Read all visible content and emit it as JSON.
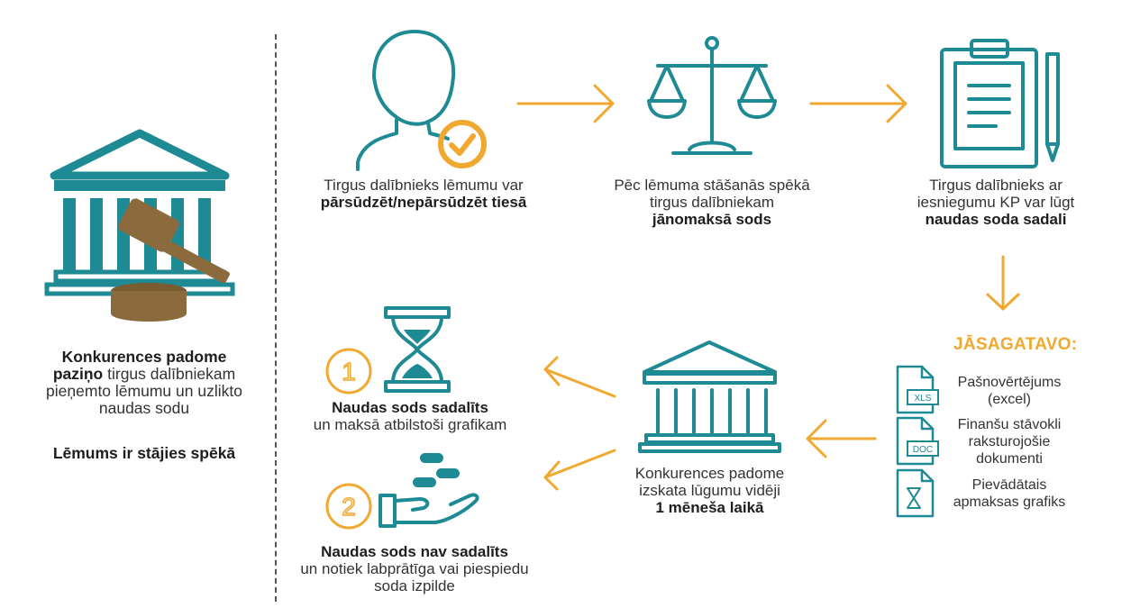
{
  "left": {
    "announce_bold": "Konkurences padome paziņo",
    "announce_rest": "tirgus dalībniekam pieņemto lēmumu un uzlikto naudas sodu",
    "decision_label": "Lēmums ir stājies spēkā"
  },
  "steps": {
    "appeal": {
      "text": "Tirgus dalībnieks lēmumu var",
      "bold": "pārsūdzēt/nepārsūdzēt tiesā"
    },
    "pay": {
      "text": "Pēc lēmuma stāšanās spēkā tirgus dalībniekam",
      "bold": "jānomaksā sods"
    },
    "request": {
      "text": "Tirgus dalībnieks ar iesniegumu KP var lūgt",
      "bold": "naudas soda sadali"
    },
    "review": {
      "text": "Konkurences padome izskata lūgumu vidēji",
      "bold": "1 mēneša laikā"
    }
  },
  "prepare": {
    "title": "JĀSAGATAVO:",
    "items": [
      {
        "icon_label": "XLS",
        "text": "Pašnovērtējums (excel)"
      },
      {
        "icon_label": "DOC",
        "text": "Finanšu stāvokli raksturojošie dokumenti"
      },
      {
        "icon_label": "",
        "text": "Pievādātais apmaksas grafiks"
      }
    ]
  },
  "outcomes": [
    {
      "number": "1",
      "bold": "Naudas sods sadalīts",
      "text": "un maksā atbilstoši grafikam"
    },
    {
      "number": "2",
      "bold": "Naudas sods nav sadalīts",
      "text": "un notiek labprātīga vai piespiedu soda izpilde"
    }
  ],
  "colors": {
    "teal": "#1e8a93",
    "orange": "#f0a830",
    "brown": "#8b6a3e"
  }
}
